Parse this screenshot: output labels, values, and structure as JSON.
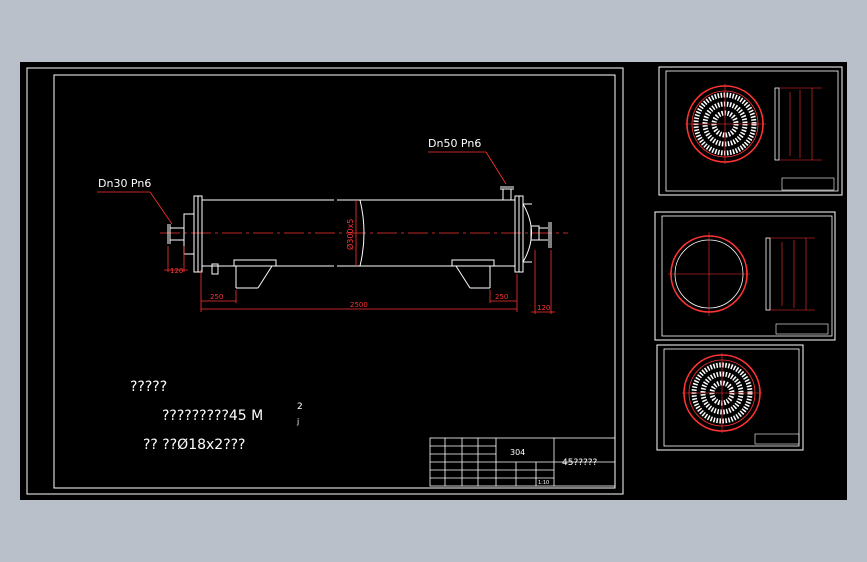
{
  "main_sheet": {
    "nozzles": {
      "left_label": "Dn30 Pn6",
      "top_right_label": "Dn50 Pn6"
    },
    "dimensions": {
      "shell_diameter": "Ø300x5",
      "nozzle_offset_left": "120",
      "nozzle_offset_right": "120",
      "support_left": "250",
      "support_right": "250",
      "overall_length": "2500"
    },
    "notes": {
      "line1": "?????",
      "line2_text": "?????????45  M",
      "line2_superscript": "2",
      "line2_subscript": "j",
      "line3": "??  ??Ø18x2???"
    },
    "title_block": {
      "material": "304",
      "drawing_name": "45?????",
      "scale": "1:10"
    }
  },
  "side_sheets": [
    {
      "name": "tube-sheet-detail"
    },
    {
      "name": "baffle-detail"
    },
    {
      "name": "support-plate-detail"
    }
  ],
  "colors": {
    "background": "#b9c0ca",
    "canvas": "#000000",
    "line": "#ffffff",
    "dimension": "#ff3333"
  }
}
